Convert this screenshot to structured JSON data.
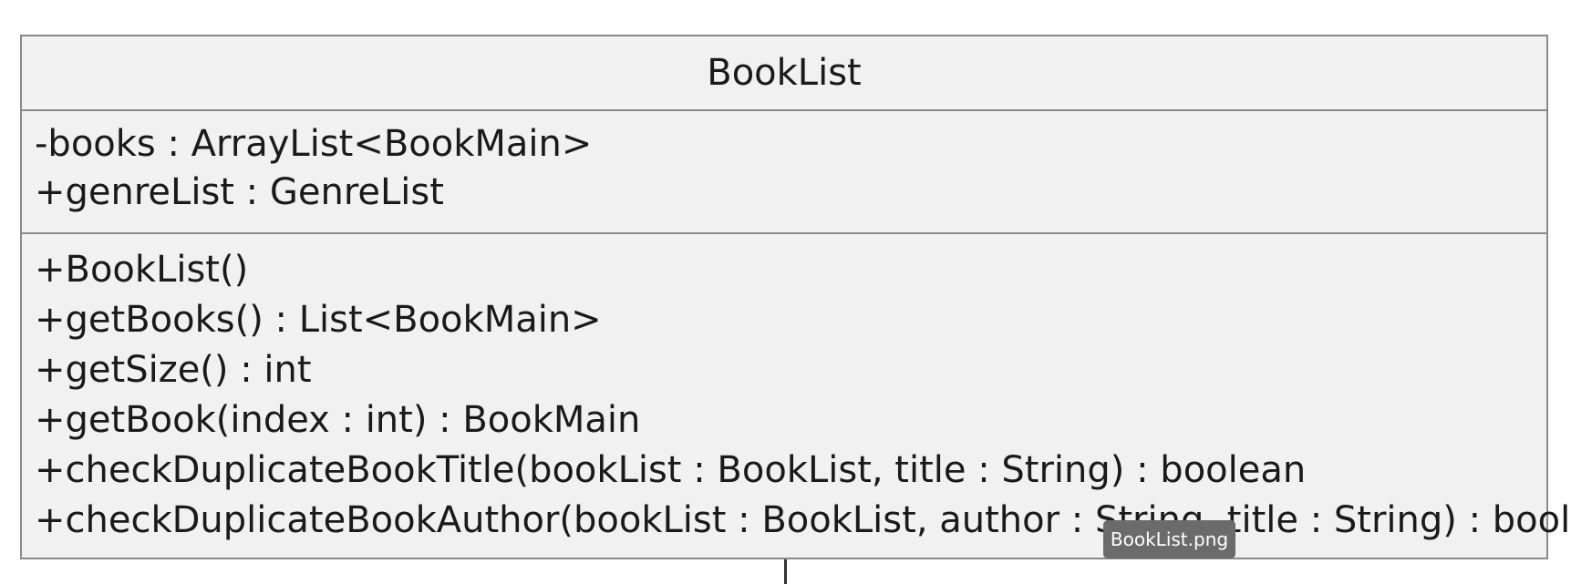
{
  "class": {
    "name": "BookList",
    "attributes": [
      "-books : ArrayList<BookMain>",
      "+genreList : GenreList"
    ],
    "operations": [
      "+BookList()",
      "+getBooks() : List<BookMain>",
      "+getSize() : int",
      "+getBook(index : int) : BookMain",
      "+checkDuplicateBookTitle(bookList : BookList, title : String) : boolean",
      "+checkDuplicateBookAuthor(bookList : BookList, author : String, title : String) : boolean"
    ]
  },
  "tooltip": {
    "text": "BookList.png"
  },
  "colors": {
    "border": "#8a8a8a",
    "fill": "#f1f1f1",
    "text": "#1a1a1a",
    "tooltip_bg": "#6b6b6b"
  }
}
